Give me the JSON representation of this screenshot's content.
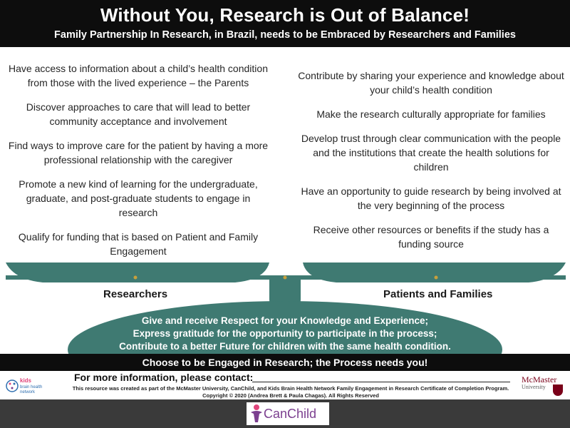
{
  "header": {
    "title": "Without You, Research is Out of Balance!",
    "subtitle": "Family Partnership  In Research, in Brazil, needs to be Embraced by Researchers and Families"
  },
  "researchers": {
    "label": "Researchers",
    "points": [
      "Have access to information about a child’s health condition from those with the lived experience – the Parents",
      "Discover approaches to care that will lead to better community acceptance and involvement",
      "Find ways to improve care for the patient by having a more professional relationship with the caregiver",
      "Promote a new kind of learning for the undergraduate, graduate, and post-graduate students to engage in research",
      "Qualify for funding that is based on Patient and Family Engagement"
    ]
  },
  "families": {
    "label": "Patients and Families",
    "points": [
      "Contribute by sharing your experience and knowledge about your child’s health condition",
      "Make the research culturally appropriate for families",
      "Develop trust through clear communication with the people and the institutions that create the health solutions for children",
      "Have an opportunity to guide research by being involved at the very beginning of the process",
      "Receive other resources or benefits if the study has a funding source"
    ]
  },
  "base": {
    "lines": [
      "Give and receive Respect for your Knowledge and Experience;",
      "Express gratitude for the opportunity to participate in the process;",
      "Contribute to a better Future for children with the same health condition."
    ]
  },
  "cta": "Choose to be Engaged in Research; the Process needs you!",
  "contact": "For more information, please contact:",
  "fine_print": [
    "This resource was created as part of the McMaster University, CanChild, and Kids Brain Health Network Family Engagement in Research Certificate of Completion Program.",
    "Copyright © 2020 (Andrea Brett & Paula Chagas). All Rights Reserved"
  ],
  "logos": {
    "kbh": [
      "kids",
      "brain health",
      "network"
    ],
    "mcmaster": [
      "McMaster",
      "University"
    ],
    "canchild": "CanChild"
  },
  "colors": {
    "teal": "#3f7a72",
    "header_bg": "#0d0d0d",
    "accent_gold": "#c8a03c",
    "canchild_purple": "#7b3f8f",
    "mcmaster_maroon": "#7a0019"
  }
}
